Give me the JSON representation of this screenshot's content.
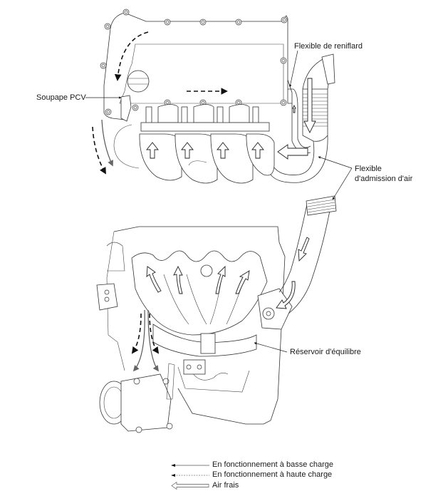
{
  "figure": {
    "top_view": {
      "labels": {
        "pcv_valve": "Soupape PCV",
        "breather_hose": "Flexible de reniflard",
        "air_intake_hose_line1": "Flexible",
        "air_intake_hose_line2": "d'admission d'air"
      }
    },
    "front_view": {
      "labels": {
        "surge_tank": "Réservoir d'équilibre"
      }
    },
    "legend": {
      "items": [
        {
          "style": "solid-line-arrow",
          "label": "En fonctionnement à basse charge"
        },
        {
          "style": "dashed-line-arrow",
          "label": "En fonctionnement à haute charge"
        },
        {
          "style": "hollow-arrow",
          "label": "Air frais"
        }
      ]
    },
    "colors": {
      "line": "#333333",
      "text": "#1a1a1a",
      "low_load_arrow": "#555555",
      "high_load_arrow": "#111111",
      "background": "#ffffff"
    }
  }
}
